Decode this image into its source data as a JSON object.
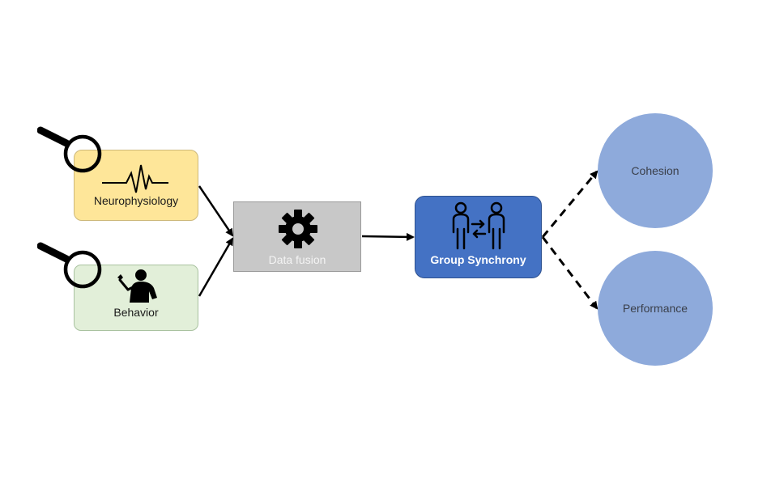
{
  "nodes": {
    "neurophysiology": {
      "label": "Neurophysiology",
      "icon": "heartbeat-waveform-icon"
    },
    "behavior": {
      "label": "Behavior",
      "icon": "person-with-wrench-icon"
    },
    "data_fusion": {
      "label": "Data fusion",
      "icon": "gear-icon"
    },
    "group_synchrony": {
      "label": "Group Synchrony",
      "icon": "people-exchange-icon"
    },
    "cohesion": {
      "label": "Cohesion"
    },
    "performance": {
      "label": "Performance"
    }
  },
  "edges": [
    {
      "from": "neurophysiology",
      "to": "data_fusion",
      "style": "solid"
    },
    {
      "from": "behavior",
      "to": "data_fusion",
      "style": "solid"
    },
    {
      "from": "data_fusion",
      "to": "group_synchrony",
      "style": "solid"
    },
    {
      "from": "group_synchrony",
      "to": "cohesion",
      "style": "dashed"
    },
    {
      "from": "group_synchrony",
      "to": "performance",
      "style": "dashed"
    }
  ],
  "colors": {
    "neurophysiology_fill": "#fee699",
    "behavior_fill": "#e2efd9",
    "data_fusion_fill": "#c8c8c8",
    "group_synchrony_fill": "#4472c4",
    "outcome_fill": "#8eaadb"
  }
}
